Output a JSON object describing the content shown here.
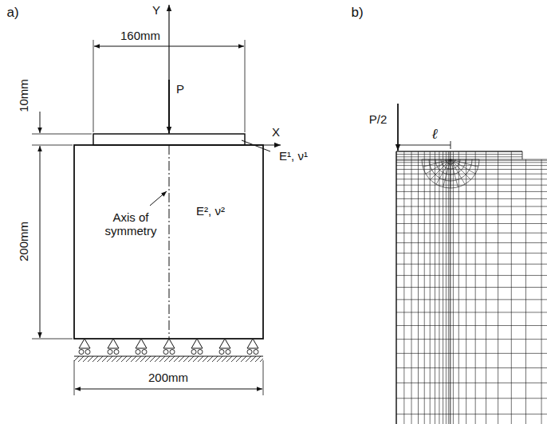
{
  "diagram": {
    "labels": [
      "a)",
      "Y",
      "160mm",
      "10mm",
      "P",
      "X",
      "E¹, ν¹",
      "200mm",
      "Axis of symmetry",
      "E², ν²",
      "200mm",
      "b)",
      "P/2",
      "ℓ"
    ]
  }
}
